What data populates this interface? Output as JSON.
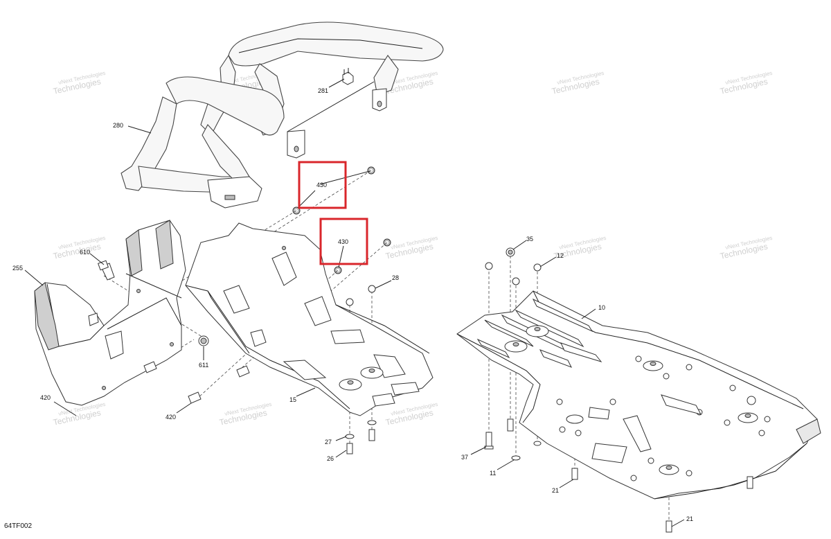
{
  "diagram": {
    "code": "64TF002",
    "watermark": {
      "line1": "vNext Technologies",
      "line2": "Technologies"
    },
    "callouts": {
      "c280": "280",
      "c281": "281",
      "c430a": "430",
      "c430b": "430",
      "c255": "255",
      "c610": "610",
      "c611": "611",
      "c420a": "420",
      "c420b": "420",
      "c15": "15",
      "c28": "28",
      "c27": "27",
      "c26": "26",
      "c35": "35",
      "c12": "12",
      "c10": "10",
      "c37": "37",
      "c11": "11",
      "c21a": "21",
      "c21b": "21"
    },
    "highlight_color": "#d9262b"
  }
}
